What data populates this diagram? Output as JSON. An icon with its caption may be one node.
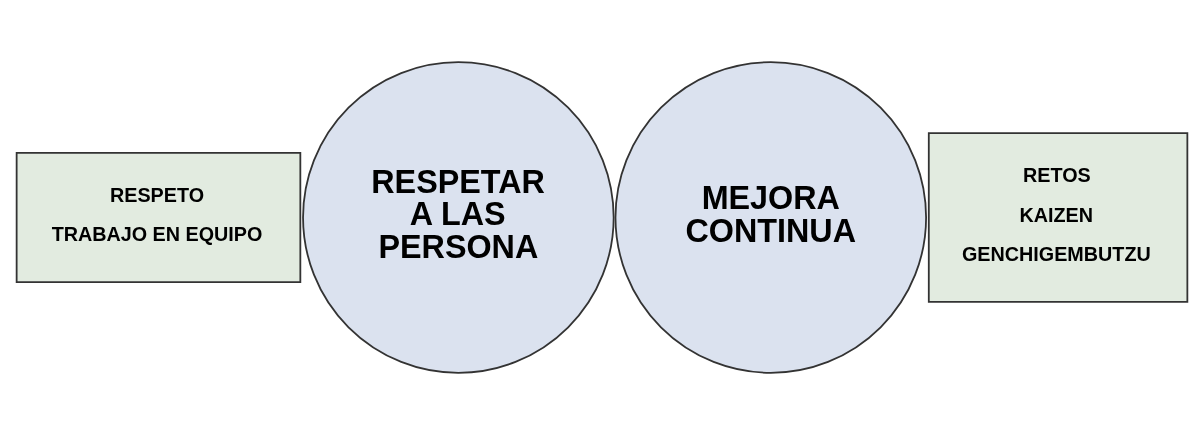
{
  "diagram": {
    "nodes": [
      {
        "text": [
          "RESPETO",
          "TRABAJO EN EQUIPO"
        ]
      },
      {
        "text": [
          "RESPETAR A LAS PERSONA"
        ]
      },
      {
        "text": [
          "MEJORA CONTINUA"
        ]
      },
      {
        "text": [
          "RETOS",
          "KAIZEN",
          "GENCHIGEMBUTZU"
        ]
      }
    ],
    "edges": []
  }
}
